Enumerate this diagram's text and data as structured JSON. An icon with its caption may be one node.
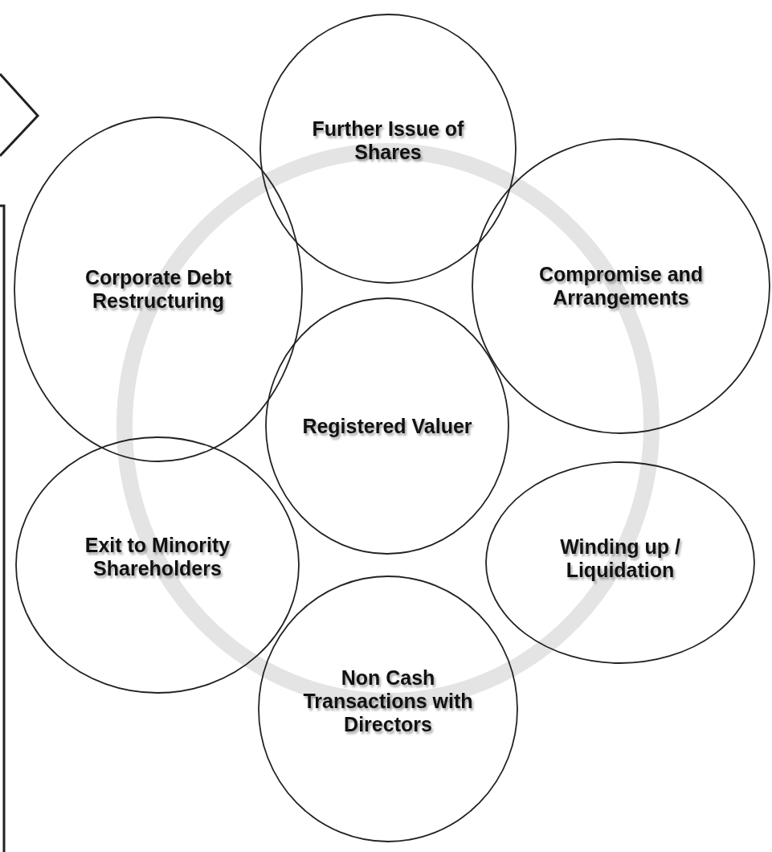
{
  "diagram": {
    "nodes": [
      {
        "text": [
          "Further Issue of Shares"
        ]
      },
      {
        "text": [
          "Corporate Debt Restructuring"
        ]
      },
      {
        "text": [
          "Compromise and Arrangements"
        ]
      },
      {
        "text": [
          "Registered Valuer"
        ]
      },
      {
        "text": [
          "Winding up / Liquidation"
        ]
      },
      {
        "text": [
          "Exit to Minority Shareholders"
        ]
      },
      {
        "text": [
          "Non Cash Transactions with Directors"
        ]
      }
    ]
  }
}
